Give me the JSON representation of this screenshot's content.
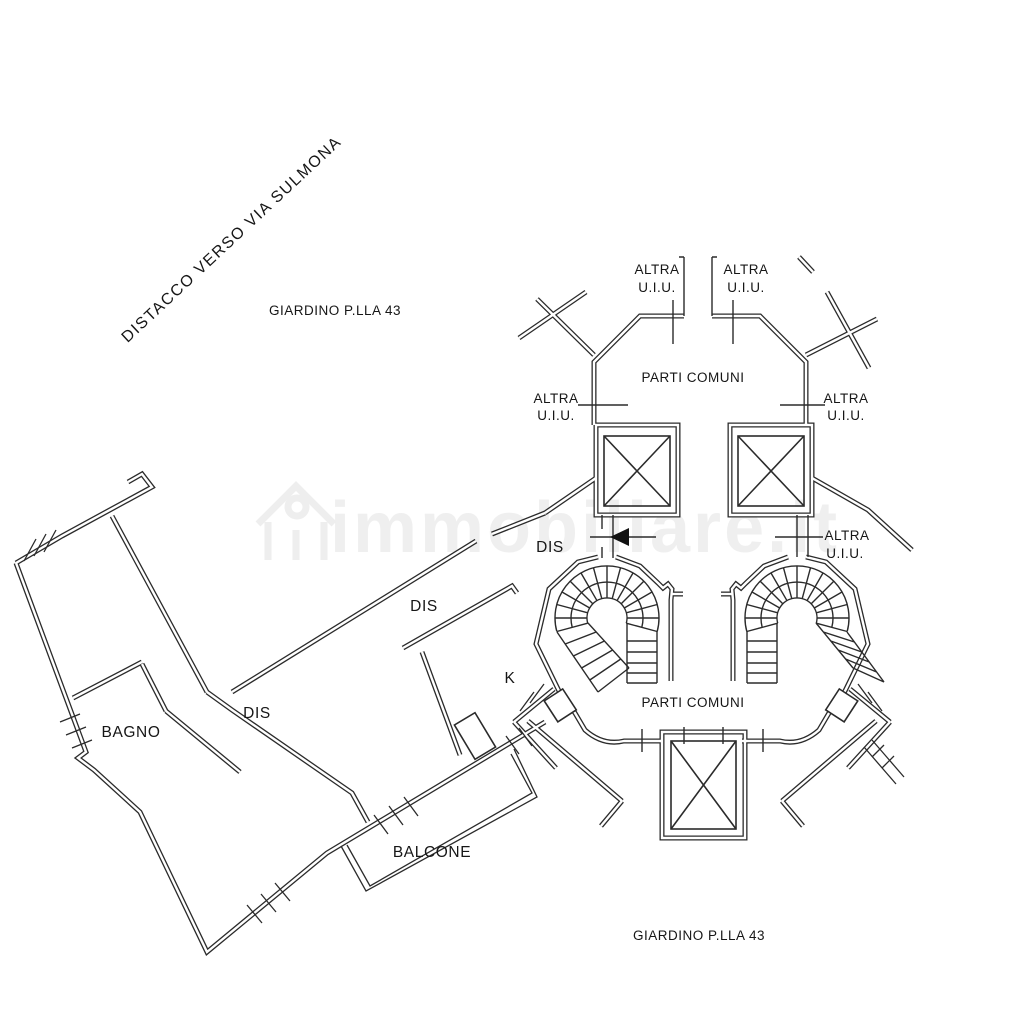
{
  "page": {
    "background": "#ffffff",
    "line_color": "#2b2b2b"
  },
  "plan": {
    "site_labels": {
      "distacco": "DISTACCO VERSO VIA SULMONA",
      "giardino_top": "GIARDINO P.LLA 43",
      "giardino_bottom": "GIARDINO P.LLA 43"
    },
    "common_labels": {
      "parti_comuni_upper": "PARTI COMUNI",
      "parti_comuni_lower": "PARTI COMUNI",
      "altra": "ALTRA",
      "uiu": "U.I.U."
    },
    "room_labels": {
      "dis_entrance": "DIS",
      "dis_corridor": "DIS",
      "dis_hall": "DIS",
      "kitchen": "K",
      "bathroom": "BAGNO",
      "balcony": "BALCONE"
    }
  },
  "watermark": {
    "text": "immobiliare.it",
    "color": "#ededed"
  }
}
